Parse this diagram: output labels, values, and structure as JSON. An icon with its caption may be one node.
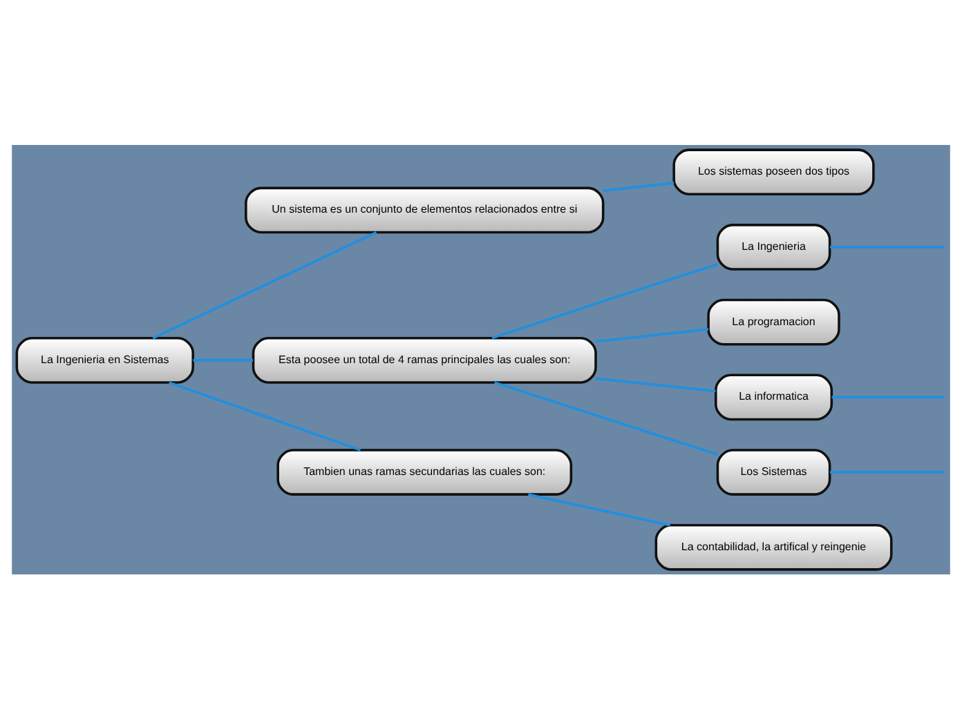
{
  "diagram": {
    "nodes": [
      {
        "text": [
          "La Ingenieria en Sistemas"
        ]
      },
      {
        "text": [
          "Un sistema es un conjunto de elementos relacionados entre si"
        ]
      },
      {
        "text": [
          "Los sistemas poseen dos tipos"
        ]
      },
      {
        "text": [
          "Esta poosee un total de 4 ramas principales las cuales son:"
        ]
      },
      {
        "text": [
          "La Ingenieria"
        ]
      },
      {
        "text": [
          "La programacion"
        ]
      },
      {
        "text": [
          "La informatica"
        ]
      },
      {
        "text": [
          "Los Sistemas"
        ]
      },
      {
        "text": [
          "Tambien unas ramas secundarias las cuales son:"
        ]
      },
      {
        "text": [
          "La contabilidad, la artifical y reingenie"
        ]
      }
    ],
    "edges": [
      {
        "from": 0,
        "to": 1,
        "arrow": "none"
      },
      {
        "from": 1,
        "to": 2,
        "arrow": "none"
      },
      {
        "from": 0,
        "to": 3,
        "arrow": "none"
      },
      {
        "from": 3,
        "to": 4,
        "arrow": "none"
      },
      {
        "from": 3,
        "to": 5,
        "arrow": "none"
      },
      {
        "from": 3,
        "to": 6,
        "arrow": "none"
      },
      {
        "from": 3,
        "to": 7,
        "arrow": "none"
      },
      {
        "from": 0,
        "to": 8,
        "arrow": "none"
      },
      {
        "from": 8,
        "to": 9,
        "arrow": "none"
      },
      {
        "from": 4,
        "to": null,
        "arrow": "none"
      },
      {
        "from": 6,
        "to": null,
        "arrow": "none"
      },
      {
        "from": 7,
        "to": null,
        "arrow": "none"
      }
    ]
  }
}
